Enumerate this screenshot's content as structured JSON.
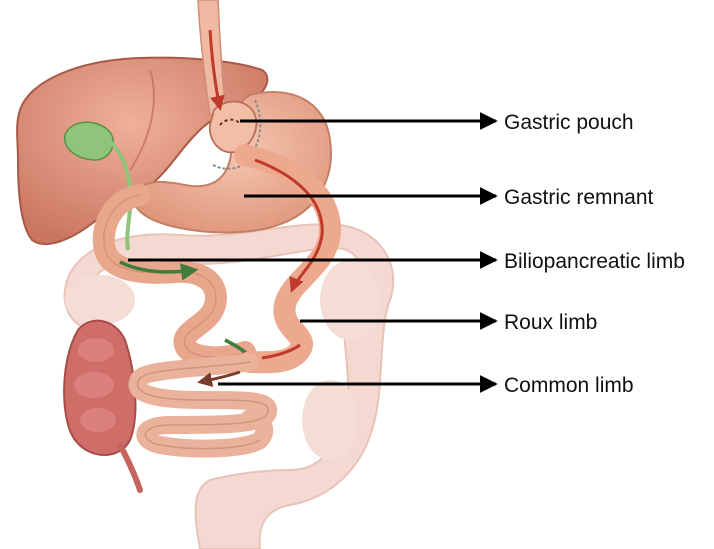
{
  "labels": [
    {
      "id": "gastric-pouch",
      "text": "Gastric pouch"
    },
    {
      "id": "gastric-remnant",
      "text": "Gastric remnant"
    },
    {
      "id": "biliopancreatic-limb",
      "text": "Biliopancreatic limb"
    },
    {
      "id": "roux-limb",
      "text": "Roux limb"
    },
    {
      "id": "common-limb",
      "text": "Common limb"
    }
  ],
  "colors": {
    "organ": "#e9a48a",
    "organ_dark": "#c8745c",
    "liver": "#d9876f",
    "colon": "#f1cfc4",
    "cecum": "#cc6a68",
    "bile": "#7fb06a",
    "bile_arrow": "#3f7d3a",
    "food_arrow": "#c0392b",
    "leader": "#000000"
  }
}
